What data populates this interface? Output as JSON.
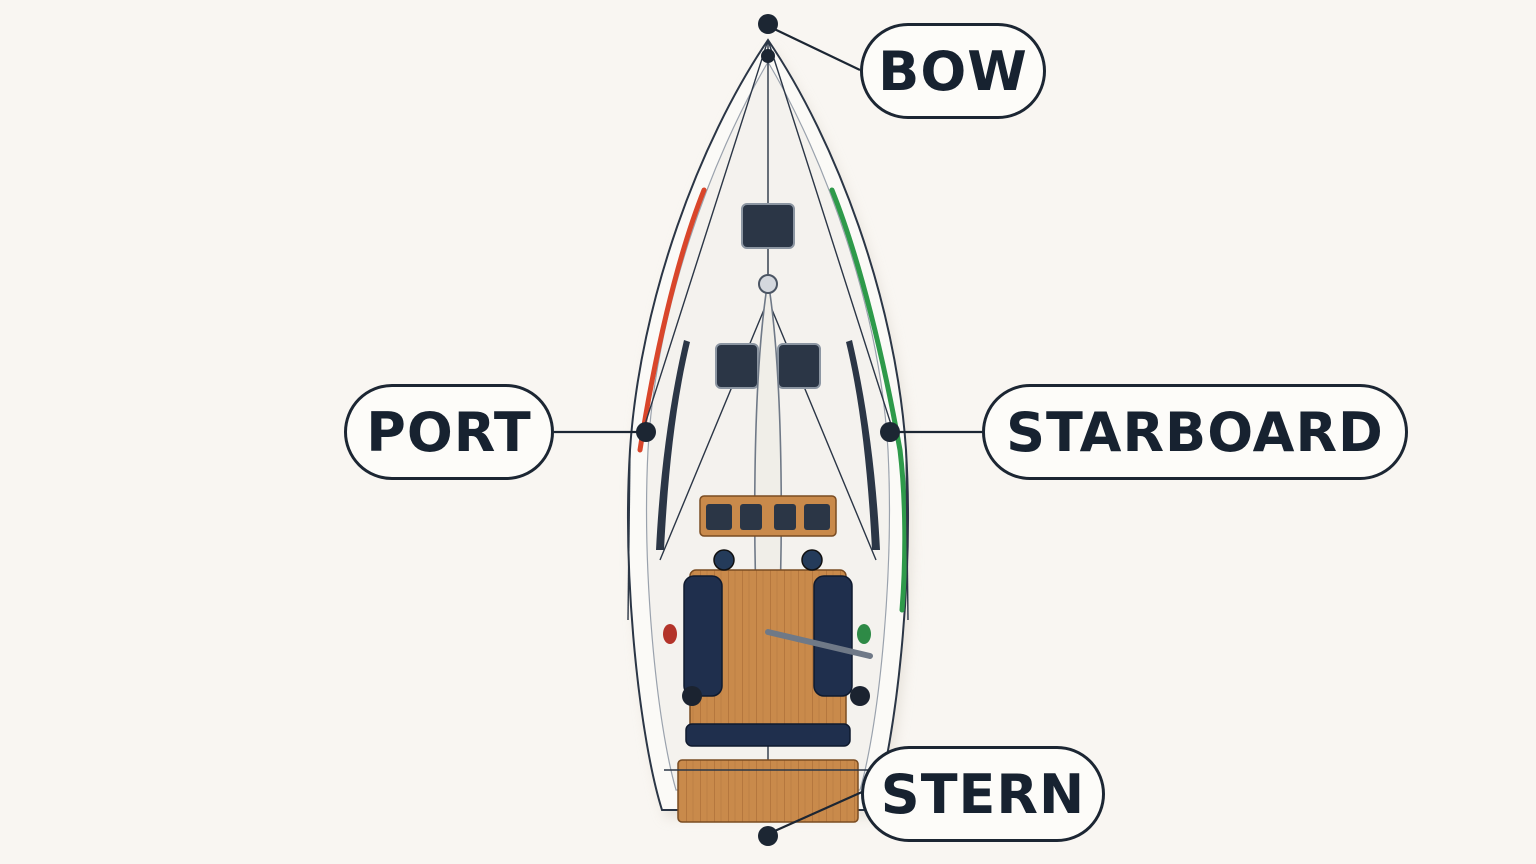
{
  "labels": {
    "bow": "BOW",
    "port": "PORT",
    "starboard": "STARBOARD",
    "stern": "STERN"
  },
  "colors": {
    "background": "#f9f6f2",
    "outline": "#1c2633",
    "port_stripe": "#d9462b",
    "starboard_stripe": "#2e9a4a",
    "hull": "#fbfaf7",
    "teak": "#c98a4b",
    "cushion": "#1f2f4d"
  }
}
